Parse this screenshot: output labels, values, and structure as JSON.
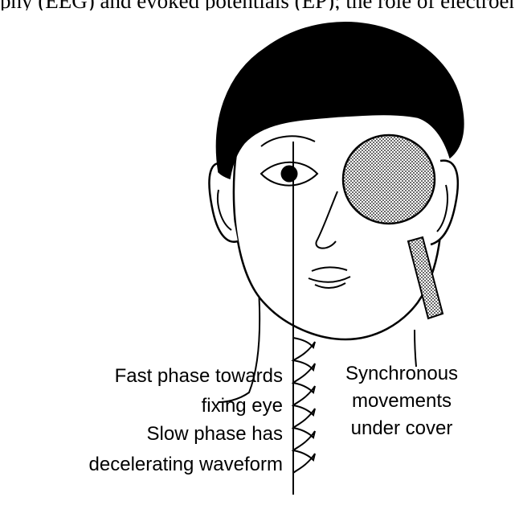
{
  "top_clipped_text": "phy (EEG) and evoked potentials (EP); the role of electroencephalography in",
  "labels": {
    "left": [
      "Fast phase towards",
      "fixing eye",
      "Slow phase has",
      "decelerating waveform"
    ],
    "right": [
      "Synchronous",
      "movements",
      "under cover"
    ]
  },
  "colors": {
    "ink": "#000000",
    "paper": "#ffffff",
    "stipple": "#9a9a9a"
  }
}
